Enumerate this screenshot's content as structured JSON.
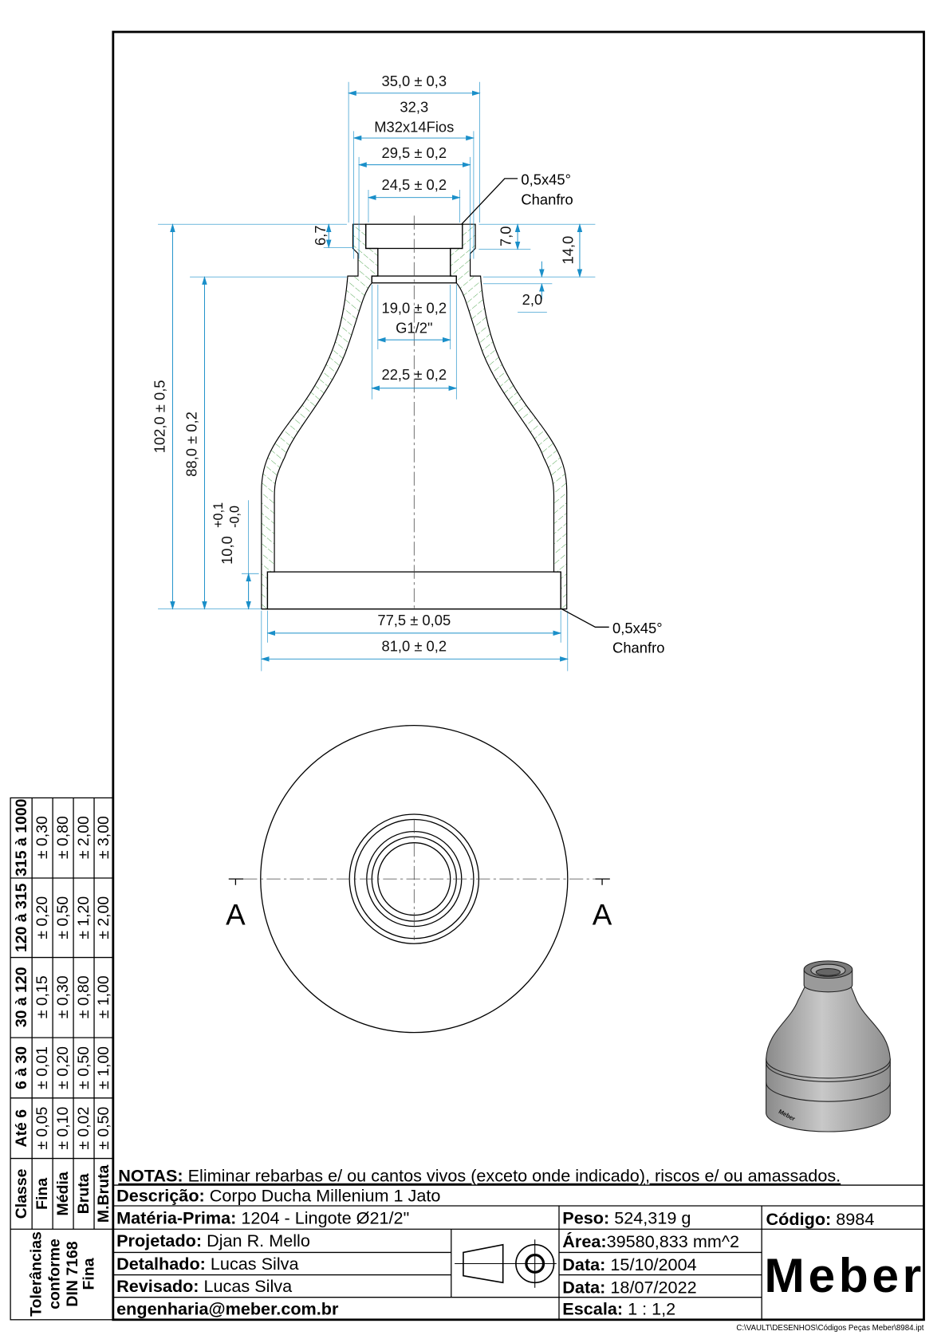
{
  "section_view": {
    "dims": {
      "d35": "35,0 ± 0,3",
      "d32": "32,3",
      "thread": "M32x14Fios",
      "d29": "29,5 ± 0,2",
      "d24": "24,5 ± 0,2",
      "chamfer_top_1": "0,5x45°",
      "chamfer_top_2": "Chanfro",
      "h67": "6,7",
      "h70": "7,0",
      "h140": "14,0",
      "h20": "2,0",
      "d19": "19,0 ± 0,2",
      "g12": "G1/2\"",
      "d22": "22,5 ± 0,2",
      "h102": "102,0 ± 0,5",
      "h88": "88,0 ± 0,2",
      "h10": "10,0",
      "h10_plus": "+0,1",
      "h10_minus": "-0,0",
      "d775": "77,5 ± 0,05",
      "d81": "81,0 ± 0,2",
      "chamfer_bot_1": "0,5x45°",
      "chamfer_bot_2": "Chanfro"
    },
    "hatch_color": "#3a9a3a",
    "dim_color": "#1a8fc9"
  },
  "top_view": {
    "section_label_left": "A",
    "section_label_right": "A"
  },
  "tolerance_table": {
    "header": "Classe",
    "ranges": [
      "315 à 1000",
      "120 à 315",
      "30 à 120",
      "6 à 30",
      "Até 6"
    ],
    "classes": [
      {
        "name": "Fina",
        "values": [
          "± 0,30",
          "± 0,20",
          "± 0,15",
          "± 0,01",
          "± 0,05"
        ]
      },
      {
        "name": "Média",
        "values": [
          "± 0,80",
          "± 0,50",
          "± 0,30",
          "± 0,20",
          "± 0,10"
        ]
      },
      {
        "name": "Bruta",
        "values": [
          "± 2,00",
          "± 1,20",
          "± 0,80",
          "± 0,50",
          "± 0,02"
        ]
      },
      {
        "name": "M.Bruta",
        "values": [
          "± 3,00",
          "± 2,00",
          "± 1,00",
          "± 1,00",
          "± 0,50"
        ]
      }
    ],
    "note_lines": [
      "Tolerâncias",
      "conforme",
      "DIN 7168",
      "Fina"
    ]
  },
  "title_block": {
    "notes_label": "NOTAS:",
    "notes_text": " Eliminar rebarbas e/ ou cantos vivos (exceto onde indicado), riscos e/ ou amassados.",
    "descricao_label": "Descrição:",
    "descricao": " Corpo Ducha Millenium 1 Jato",
    "materia_label": "Matéria-Prima:",
    "materia": " 1204 - Lingote Ø21/2\"",
    "peso_label": "Peso:",
    "peso": " 524,319 g",
    "codigo_label": "Código:",
    "codigo": " 8984",
    "projetado_label": "Projetado:",
    "projetado": " Djan R. Mello",
    "area_label": "Área:",
    "area": "39580,833 mm^2",
    "detalhado_label": "Detalhado:",
    "detalhado": " Lucas Silva",
    "data1_label": "Data:",
    "data1": " 15/10/2004",
    "revisado_label": "Revisado:",
    "revisado": " Lucas Silva",
    "data2_label": "Data:",
    "data2": " 18/07/2022",
    "email": "engenharia@meber.com.br",
    "escala_label": "Escala:",
    "escala": " 1 : 1,2",
    "logo": "Meber"
  },
  "render_logo": "Meber",
  "file_path": "C:\\VAULT\\DESENHOS\\Códigos Peças Meber\\8984.ipt"
}
